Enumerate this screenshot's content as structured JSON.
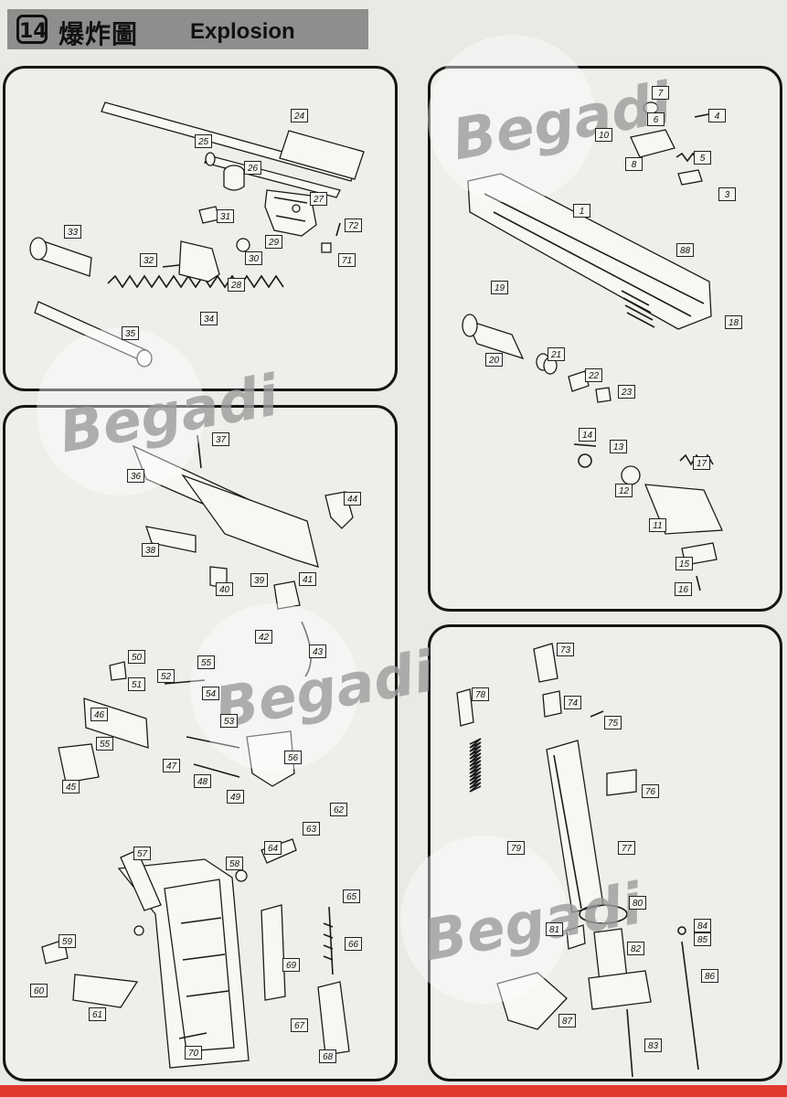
{
  "header": {
    "number": "14",
    "title_cn": "爆炸圖",
    "title_en": "Explosion"
  },
  "watermark": "Begadi",
  "colors": {
    "header_bg": "#8e8e8c",
    "panel_border": "#151515",
    "bottom_bar": "#e23a2f"
  },
  "parts": {
    "p1": "1",
    "p3": "3",
    "p4": "4",
    "p5": "5",
    "p6": "6",
    "p7": "7",
    "p8": "8",
    "p10": "10",
    "p11": "11",
    "p12": "12",
    "p13": "13",
    "p14": "14",
    "p15": "15",
    "p16": "16",
    "p17": "17",
    "p18": "18",
    "p19": "19",
    "p20": "20",
    "p21": "21",
    "p22": "22",
    "p23": "23",
    "p24": "24",
    "p25": "25",
    "p26": "26",
    "p27": "27",
    "p28": "28",
    "p29": "29",
    "p30": "30",
    "p31": "31",
    "p32": "32",
    "p33": "33",
    "p34": "34",
    "p35": "35",
    "p36": "36",
    "p37": "37",
    "p38": "38",
    "p39": "39",
    "p40": "40",
    "p41": "41",
    "p42": "42",
    "p43": "43",
    "p44": "44",
    "p45": "45",
    "p46": "46",
    "p47": "47",
    "p48": "48",
    "p49": "49",
    "p50": "50",
    "p51": "51",
    "p52": "52",
    "p53": "53",
    "p54": "54",
    "p55": "55",
    "p56": "56",
    "p57": "57",
    "p58": "58",
    "p59": "59",
    "p60": "60",
    "p61": "61",
    "p62": "62",
    "p63": "63",
    "p64": "64",
    "p65": "65",
    "p66": "66",
    "p67": "67",
    "p68": "68",
    "p69": "69",
    "p70": "70",
    "p71": "71",
    "p72": "72",
    "p73": "73",
    "p74": "74",
    "p75": "75",
    "p76": "76",
    "p77": "77",
    "p78": "78",
    "p79": "79",
    "p80": "80",
    "p81": "81",
    "p82": "82",
    "p83": "83",
    "p84": "84",
    "p85": "85",
    "p86": "86",
    "p87": "87",
    "p88": "88"
  }
}
